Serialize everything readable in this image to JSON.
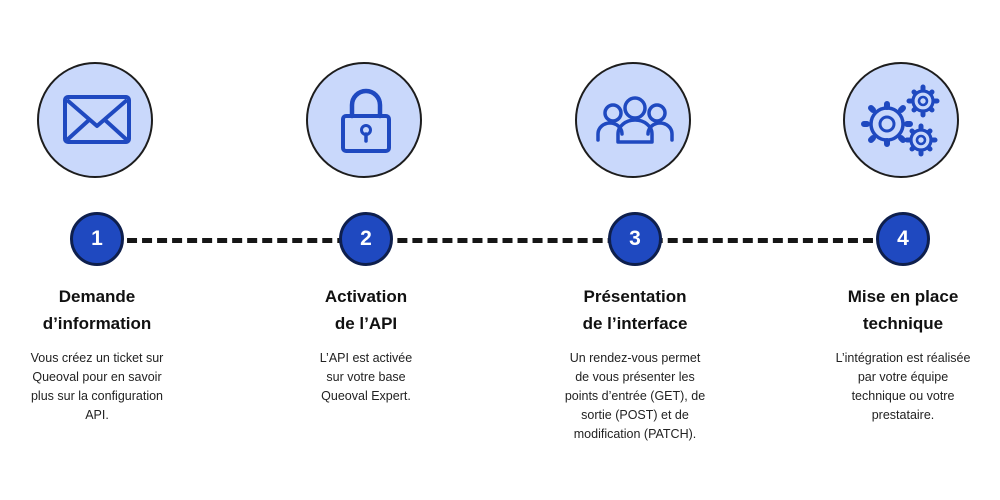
{
  "colors": {
    "icon_circle_fill": "#c9d8fb",
    "icon_stroke": "#1f49c0",
    "number_fill": "#1f49c0",
    "timeline": "#161616"
  },
  "steps": [
    {
      "number": "1",
      "icon": "envelope-icon",
      "title_lines": [
        "Demande",
        "d’information"
      ],
      "description_lines": [
        "Vous créez un ticket sur",
        "Queoval pour en savoir",
        "plus sur la configuration",
        "API."
      ]
    },
    {
      "number": "2",
      "icon": "padlock-icon",
      "title_lines": [
        "Activation",
        "de l’API"
      ],
      "description_lines": [
        "L’API est activée",
        "sur votre base",
        "Queoval Expert."
      ]
    },
    {
      "number": "3",
      "icon": "users-group-icon",
      "title_lines": [
        "Présentation",
        "de l’interface"
      ],
      "description_lines": [
        "Un rendez-vous permet",
        "de vous présenter les",
        "points d’entrée (GET), de",
        "sortie (POST) et de",
        "modification (PATCH)."
      ]
    },
    {
      "number": "4",
      "icon": "gears-icon",
      "title_lines": [
        "Mise en place",
        "technique"
      ],
      "description_lines": [
        "L’intégration est réalisée",
        "par votre équipe",
        "technique ou votre",
        "prestataire."
      ]
    }
  ]
}
